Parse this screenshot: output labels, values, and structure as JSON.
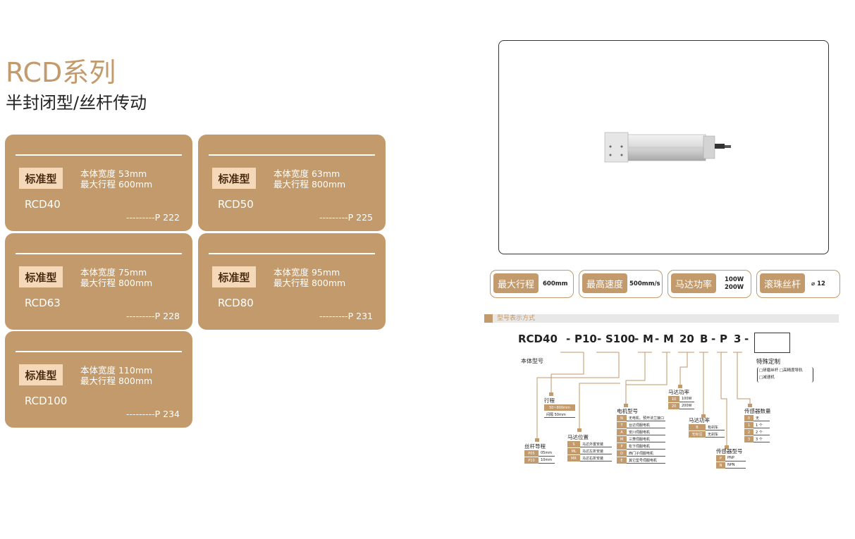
{
  "header": {
    "series_title": "RCD系列",
    "subtitle": "半封闭型/丝杆传动"
  },
  "cards": [
    {
      "badge": "标准型",
      "width_spec": "本体宽度 53mm",
      "stroke_spec": "最大行程 600mm",
      "model": "RCD40",
      "page": "---------P 222"
    },
    {
      "badge": "标准型",
      "width_spec": "本体宽度 63mm",
      "stroke_spec": "最大行程 800mm",
      "model": "RCD50",
      "page": "---------P 225"
    },
    {
      "badge": "标准型",
      "width_spec": "本体宽度 75mm",
      "stroke_spec": "最大行程 800mm",
      "model": "RCD63",
      "page": "---------P 228"
    },
    {
      "badge": "标准型",
      "width_spec": "本体宽度 95mm",
      "stroke_spec": "最大行程 800mm",
      "model": "RCD80",
      "page": "---------P 231"
    },
    {
      "badge": "标准型",
      "width_spec": "本体宽度 110mm",
      "stroke_spec": "最大行程 800mm",
      "model": "RCD100",
      "page": "---------P 234"
    }
  ],
  "features": [
    {
      "label": "最大行程",
      "value": "600mm"
    },
    {
      "label": "最高速度",
      "value": "500mm/s"
    },
    {
      "label": "马达功率",
      "value": "100W",
      "value2": "200W"
    },
    {
      "label": "滚珠丝杆",
      "value": "⌀ 12"
    }
  ],
  "section_title": "型号表示方式",
  "model_code": {
    "segments": [
      "RCD40",
      "-",
      "P10",
      "-",
      "S100",
      "-",
      "M",
      "-",
      "M",
      "20",
      "B",
      "-",
      "P",
      "3",
      "-"
    ],
    "body_label": "本体型号",
    "custom_label": "特殊定制",
    "custom_options": [
      "□研磨丝杆 □高精度导轨",
      "□减速机"
    ]
  },
  "tables": {
    "stroke": {
      "title": "行程",
      "rows": [
        [
          "50~800mm",
          ""
        ],
        [
          "间隔 50mm",
          ""
        ]
      ]
    },
    "lead": {
      "title": "丝杆导程",
      "rows": [
        [
          "P05",
          "05mm"
        ],
        [
          "P10",
          "10mm"
        ]
      ]
    },
    "motor_pos": {
      "title": "马达位置",
      "rows": [
        [
          "S",
          "马达外置安装"
        ],
        [
          "ML",
          "马达左折安装"
        ],
        [
          "MR",
          "马达右折安装"
        ]
      ]
    },
    "motor_type": {
      "title": "电机型号",
      "rows": [
        [
          "N",
          "无电机、预开法兰接口"
        ],
        [
          "T",
          "台达伺服电机"
        ],
        [
          "A",
          "安川伺服电机"
        ],
        [
          "M",
          "三菱伺服电机"
        ],
        [
          "P",
          "松下伺服电机"
        ],
        [
          "D",
          "西门子伺服电机"
        ],
        [
          "E",
          "其它型号伺服电机"
        ]
      ]
    },
    "power": {
      "title": "马达功率",
      "rows": [
        [
          "10",
          "100W"
        ],
        [
          "20",
          "200W"
        ]
      ]
    },
    "brake": {
      "title": "马达功率",
      "rows": [
        [
          "B",
          "有刹车"
        ],
        [
          "无标注",
          "无刹车"
        ]
      ]
    },
    "sensor_type": {
      "title": "传感器型号",
      "rows": [
        [
          "P",
          "PNP"
        ],
        [
          "N",
          "NPN"
        ]
      ]
    },
    "sensor_qty": {
      "title": "传感器数量",
      "rows": [
        [
          "0",
          "无"
        ],
        [
          "1",
          "1 个"
        ],
        [
          "2",
          "2 个"
        ],
        [
          "3",
          "3 个"
        ]
      ]
    }
  },
  "colors": {
    "accent": "#c29a6b",
    "badge_bg": "#f4d8b8"
  }
}
